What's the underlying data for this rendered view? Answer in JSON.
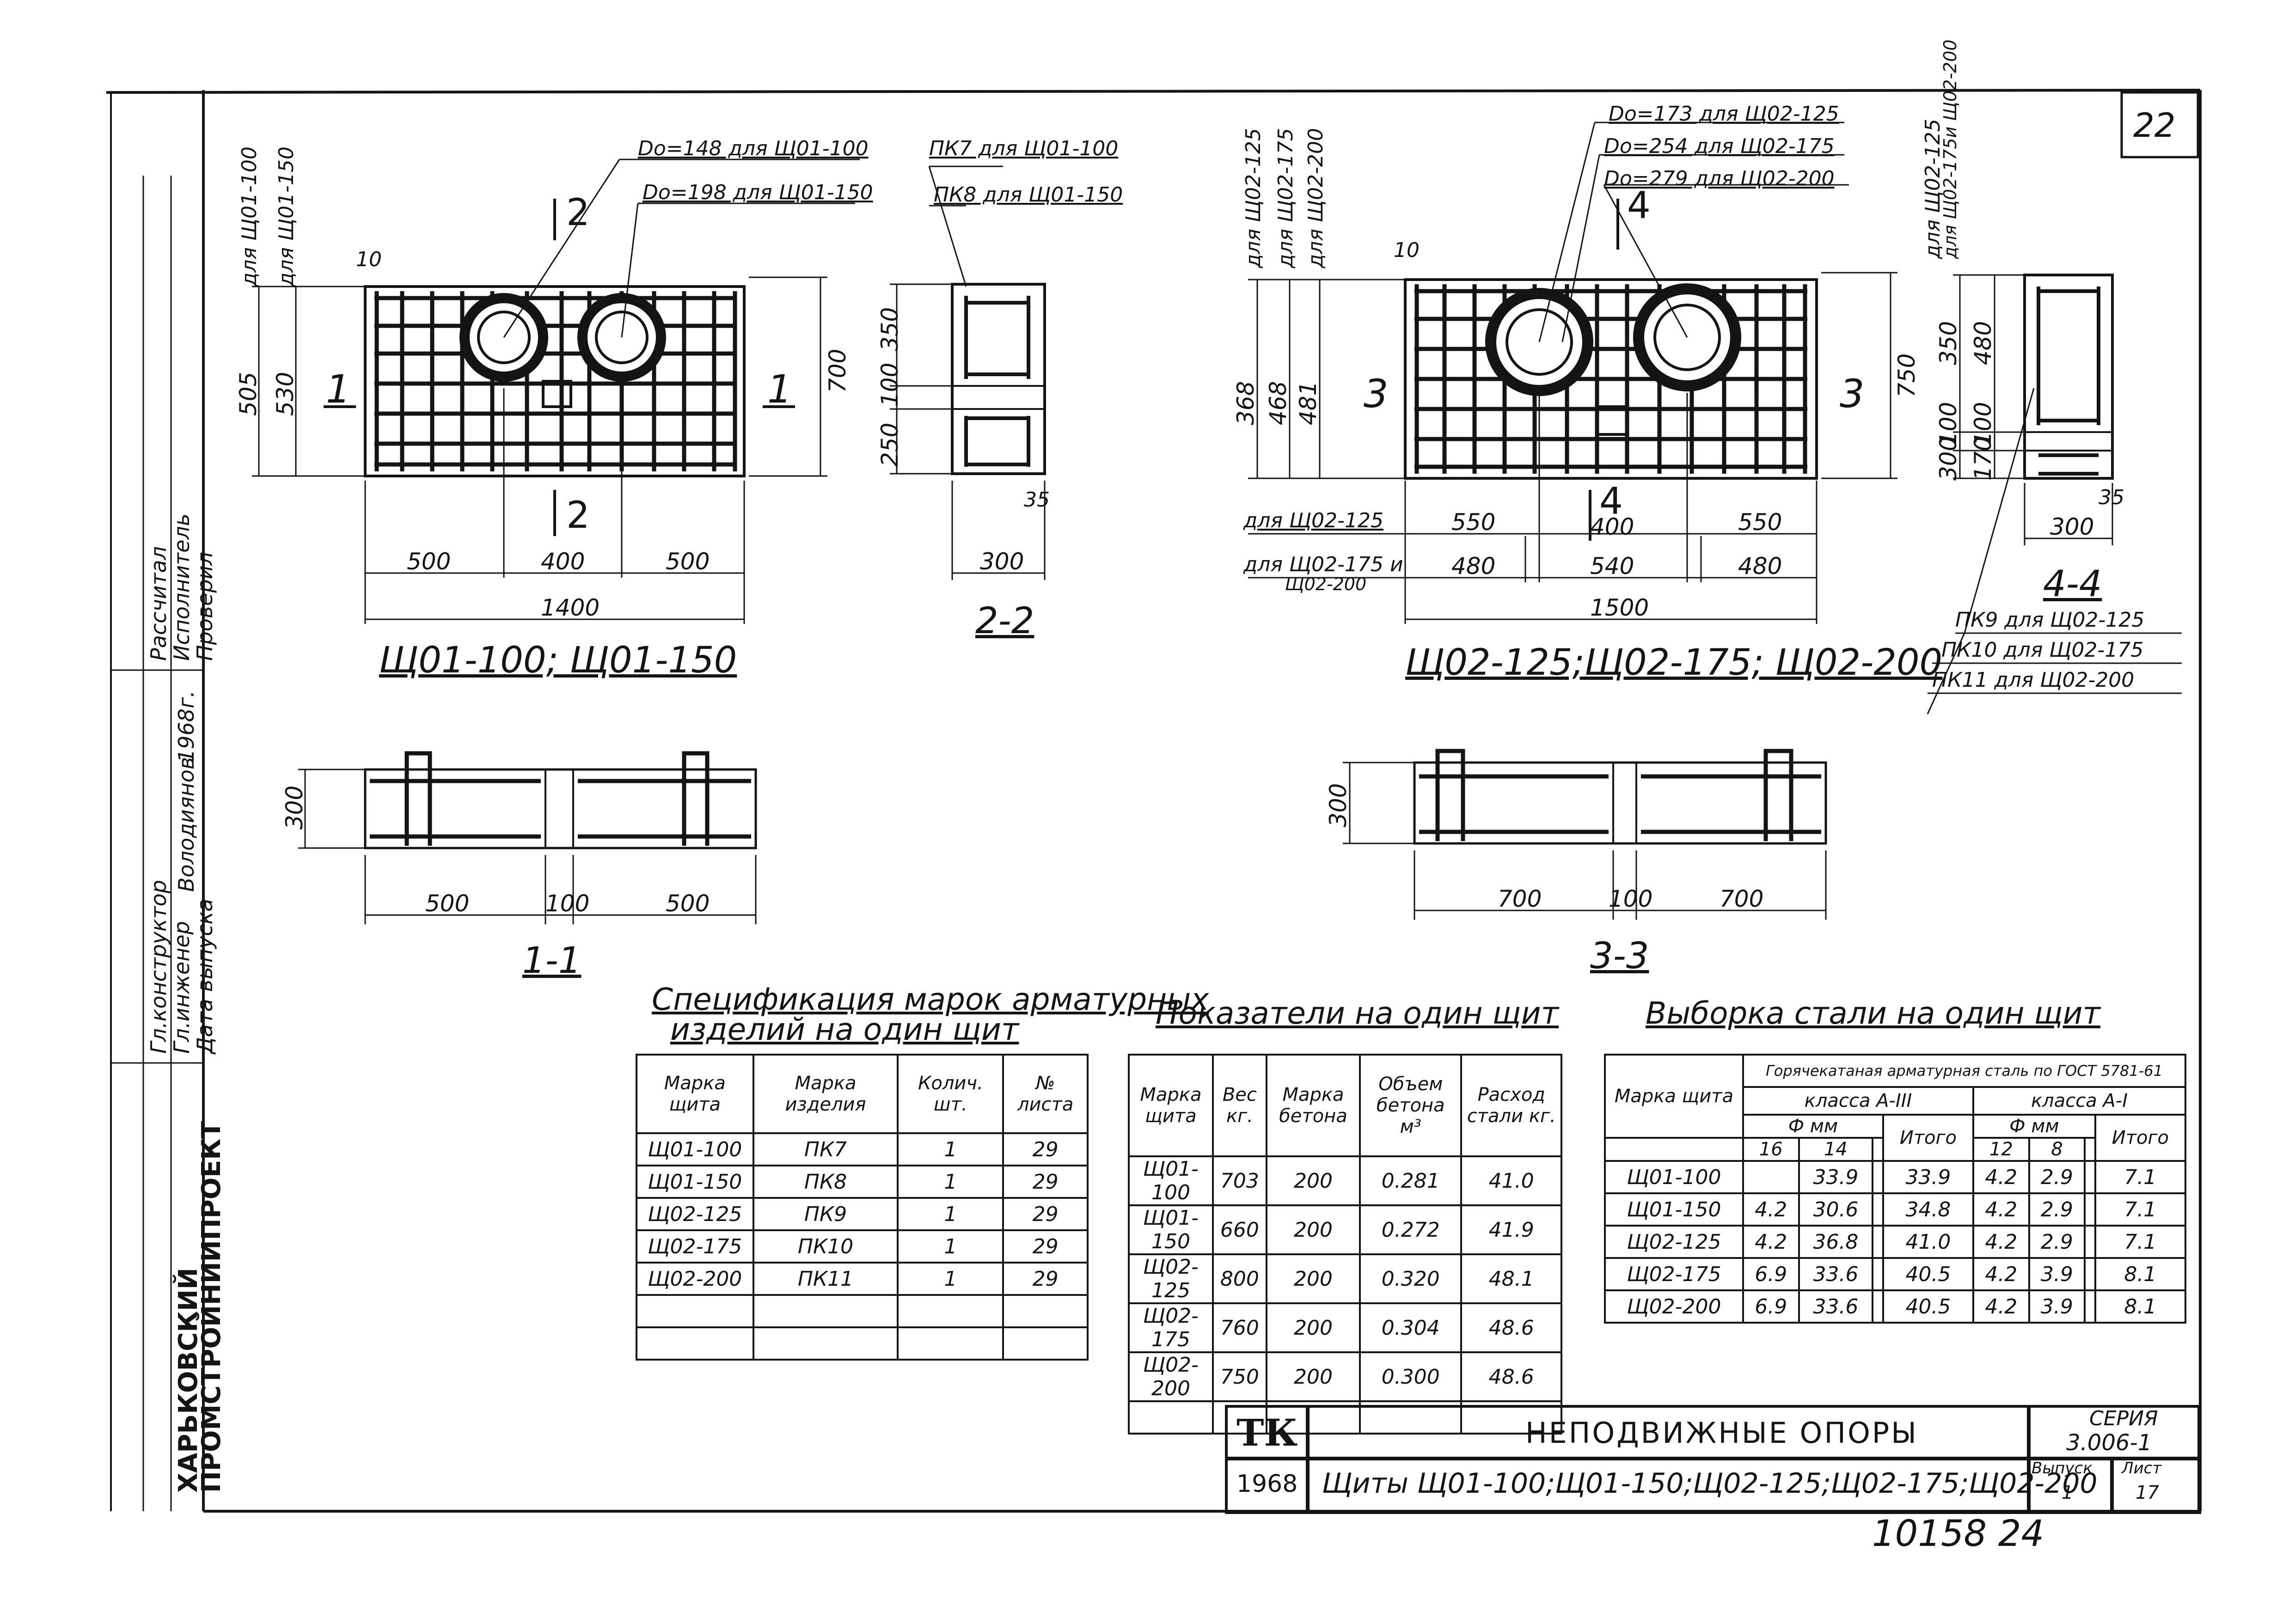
{
  "sheet_number": "22",
  "stamp_number": "10158 24",
  "side_block": {
    "org_line1": "ХАРЬКОВСКИЙ",
    "org_line2": "ПРОМСТРОЙНИИПРОЕКТ",
    "rows": [
      "Гл.конструктор",
      "Гл.инженер",
      "Дата выпуска"
    ],
    "names": [
      "Володиянов"
    ],
    "roles": [
      "Рассчитал",
      "Исполнитель",
      "Проверил"
    ],
    "year": "1968г."
  },
  "view1": {
    "caption": "Щ01-100; Щ01-150",
    "do_labels": [
      "Dо=148 для Щ01-100",
      "Dо=198 для Щ01-150"
    ],
    "dims_h": [
      "500",
      "400",
      "500"
    ],
    "total": "1400",
    "dims_v_left": [
      "505",
      "530"
    ],
    "dims_v_labels": [
      "для Щ01-100",
      "для Щ01-150"
    ],
    "dim_right": "700",
    "dim_10": "10",
    "section_marks": [
      "1",
      "1",
      "2",
      "2"
    ]
  },
  "view2": {
    "caption": "2-2",
    "labels": [
      "ПК7 для Щ01-100",
      "ПК8 для Щ01-150"
    ],
    "dims_v": [
      "350",
      "100",
      "250"
    ],
    "dim_h": "300",
    "dim_35": "35"
  },
  "view3": {
    "caption": "Щ02-125;Щ02-175; Щ02-200",
    "do_labels": [
      "Dо=173 для Щ02-125",
      "Dо=254 для Щ02-175",
      "Dо=279 для Щ02-200"
    ],
    "dims_v_labels": [
      "для Щ02-125",
      "для Щ02-175",
      "для Щ02-200"
    ],
    "dims_v": [
      "368",
      "468",
      "481"
    ],
    "dim_right": "750",
    "row1_label": "для Щ02-125",
    "row1": [
      "550",
      "400",
      "550"
    ],
    "row2_label_a": "для Щ02-175 и",
    "row2_label_b": "Щ02-200",
    "row2": [
      "480",
      "540",
      "480"
    ],
    "total": "1500",
    "dim_10": "10",
    "section_marks": [
      "3",
      "3",
      "4",
      "4"
    ]
  },
  "view4": {
    "caption": "4-4",
    "dims_v_labels": [
      "для Щ02-125",
      "для Щ02-175и Щ02-200"
    ],
    "dims_v_a": [
      "350",
      "100",
      "300"
    ],
    "dims_v_b": [
      "480",
      "100",
      "170"
    ],
    "dim_h": "300",
    "dim_35": "35",
    "labels": [
      "ПК9 для Щ02-125",
      "ПК10 для Щ02-175",
      "ПК11 для Щ02-200"
    ]
  },
  "section11": {
    "caption": "1-1",
    "dims": [
      "500",
      "100",
      "500"
    ],
    "height": "300"
  },
  "section33": {
    "caption": "3-3",
    "dims": [
      "700",
      "100",
      "700"
    ],
    "height": "300"
  },
  "table1": {
    "title_line1": "Спецификация марок арматурных",
    "title_line2": "изделий на один щит",
    "headers": [
      "Марка щита",
      "Марка изделия",
      "Колич. шт.",
      "№ листа"
    ],
    "rows": [
      [
        "Щ01-100",
        "ПК7",
        "1",
        "29"
      ],
      [
        "Щ01-150",
        "ПК8",
        "1",
        "29"
      ],
      [
        "Щ02-125",
        "ПК9",
        "1",
        "29"
      ],
      [
        "Щ02-175",
        "ПК10",
        "1",
        "29"
      ],
      [
        "Щ02-200",
        "ПК11",
        "1",
        "29"
      ],
      [
        "",
        "",
        "",
        ""
      ]
    ]
  },
  "table2": {
    "title": "Показатели на один щит",
    "headers": [
      "Марка щита",
      "Вес кг.",
      "Марка бетона",
      "Объем бетона м³",
      "Расход стали кг."
    ],
    "rows": [
      [
        "Щ01-100",
        "703",
        "200",
        "0.281",
        "41.0"
      ],
      [
        "Щ01-150",
        "660",
        "200",
        "0.272",
        "41.9"
      ],
      [
        "Щ02-125",
        "800",
        "200",
        "0.320",
        "48.1"
      ],
      [
        "Щ02-175",
        "760",
        "200",
        "0.304",
        "48.6"
      ],
      [
        "Щ02-200",
        "750",
        "200",
        "0.300",
        "48.6"
      ],
      [
        "",
        "",
        "",
        "",
        ""
      ]
    ]
  },
  "table3": {
    "title": "Выборка стали на один щит",
    "header_main": "Горячекатаная арматурная сталь по ГОСТ 5781-61",
    "header_mark": "Марка щита",
    "class_a3": "класса А-III",
    "class_a1": "класса А-I",
    "phi_mm": "Ф мм",
    "itogo": "Итого",
    "diams_a3": [
      "16",
      "14",
      ""
    ],
    "diams_a1": [
      "12",
      "8",
      ""
    ],
    "rows": [
      [
        "Щ01-100",
        "",
        "33.9",
        "",
        "33.9",
        "4.2",
        "2.9",
        "",
        "7.1"
      ],
      [
        "Щ01-150",
        "4.2",
        "30.6",
        "",
        "34.8",
        "4.2",
        "2.9",
        "",
        "7.1"
      ],
      [
        "Щ02-125",
        "4.2",
        "36.8",
        "",
        "41.0",
        "4.2",
        "2.9",
        "",
        "7.1"
      ],
      [
        "Щ02-175",
        "6.9",
        "33.6",
        "",
        "40.5",
        "4.2",
        "3.9",
        "",
        "8.1"
      ],
      [
        "Щ02-200",
        "6.9",
        "33.6",
        "",
        "40.5",
        "4.2",
        "3.9",
        "",
        "8.1"
      ]
    ]
  },
  "title_block": {
    "logo": "ТК",
    "year": "1968",
    "title": "НЕПОДВИЖНЫЕ ОПОРЫ",
    "subtitle": "Щиты Щ01-100;Щ01-150;Щ02-125;Щ02-175;Щ02-200",
    "series_label": "СЕРИЯ",
    "series": "3.006-1",
    "issue_label": "Выпуск",
    "issue": "1",
    "sheet_label": "Лист",
    "sheet": "17"
  }
}
